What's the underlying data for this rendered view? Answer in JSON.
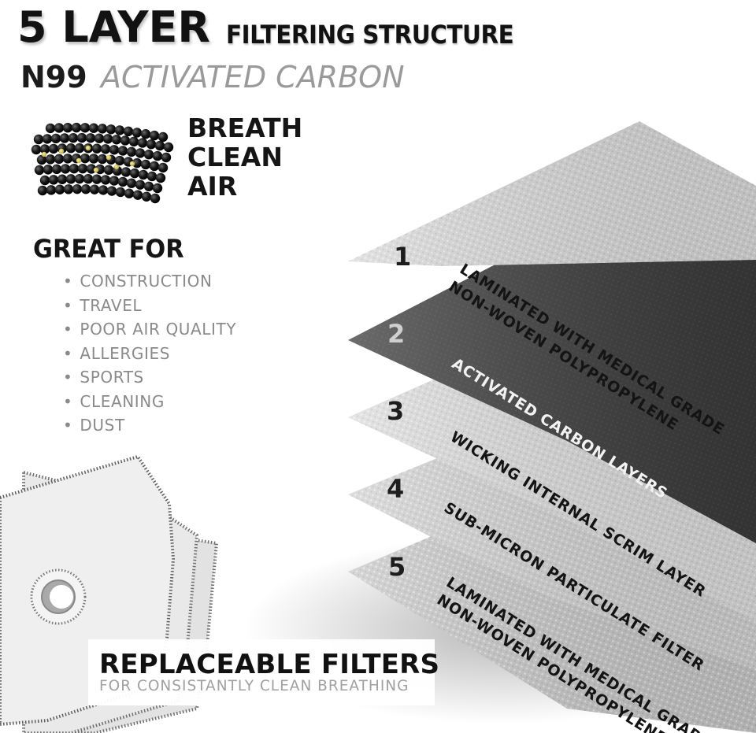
{
  "title": {
    "big": "5 LAYER",
    "small": "FILTERING STRUCTURE",
    "n99": "N99",
    "carbon": "ACTIVATED CARBON"
  },
  "breath": [
    "BREATH",
    "CLEAN",
    "AIR"
  ],
  "great_for": {
    "heading": "GREAT FOR",
    "bullet": "•",
    "items": [
      "CONSTRUCTION",
      "TRAVEL",
      "POOR AIR QUALITY",
      "ALLERGIES",
      "SPORTS",
      "CLEANING",
      "DUST"
    ]
  },
  "replaceable": {
    "title": "REPLACEABLE FILTERS",
    "subtitle": "FOR CONSISTANTLY CLEAN BREATHING"
  },
  "layers": [
    {
      "number": "1",
      "label_lines": [
        "LAMINATED WITH MEDICAL GRADE",
        "NON-WOVEN POLYPROPYLENE"
      ],
      "color": "#d9d9d9"
    },
    {
      "number": "2",
      "label_lines": [
        "ACTIVATED CARBON LAYERS"
      ],
      "color": "#3a3a3a"
    },
    {
      "number": "3",
      "label_lines": [
        "WICKING INTERNAL SCRIM LAYER"
      ],
      "color": "#dcdcdc"
    },
    {
      "number": "4",
      "label_lines": [
        "SUB-MICRON PARTICULATE FILTER"
      ],
      "color": "#d2d2d2"
    },
    {
      "number": "5",
      "label_lines": [
        "LAMINATED WITH MEDICAL GRADE",
        "NON-WOVEN POLYPROPYLENE"
      ],
      "color": "#c8c8c8"
    }
  ],
  "colors": {
    "heading": "#121212",
    "muted": "#9a9a9a",
    "carbon_sheet": "#3a3a3a"
  }
}
